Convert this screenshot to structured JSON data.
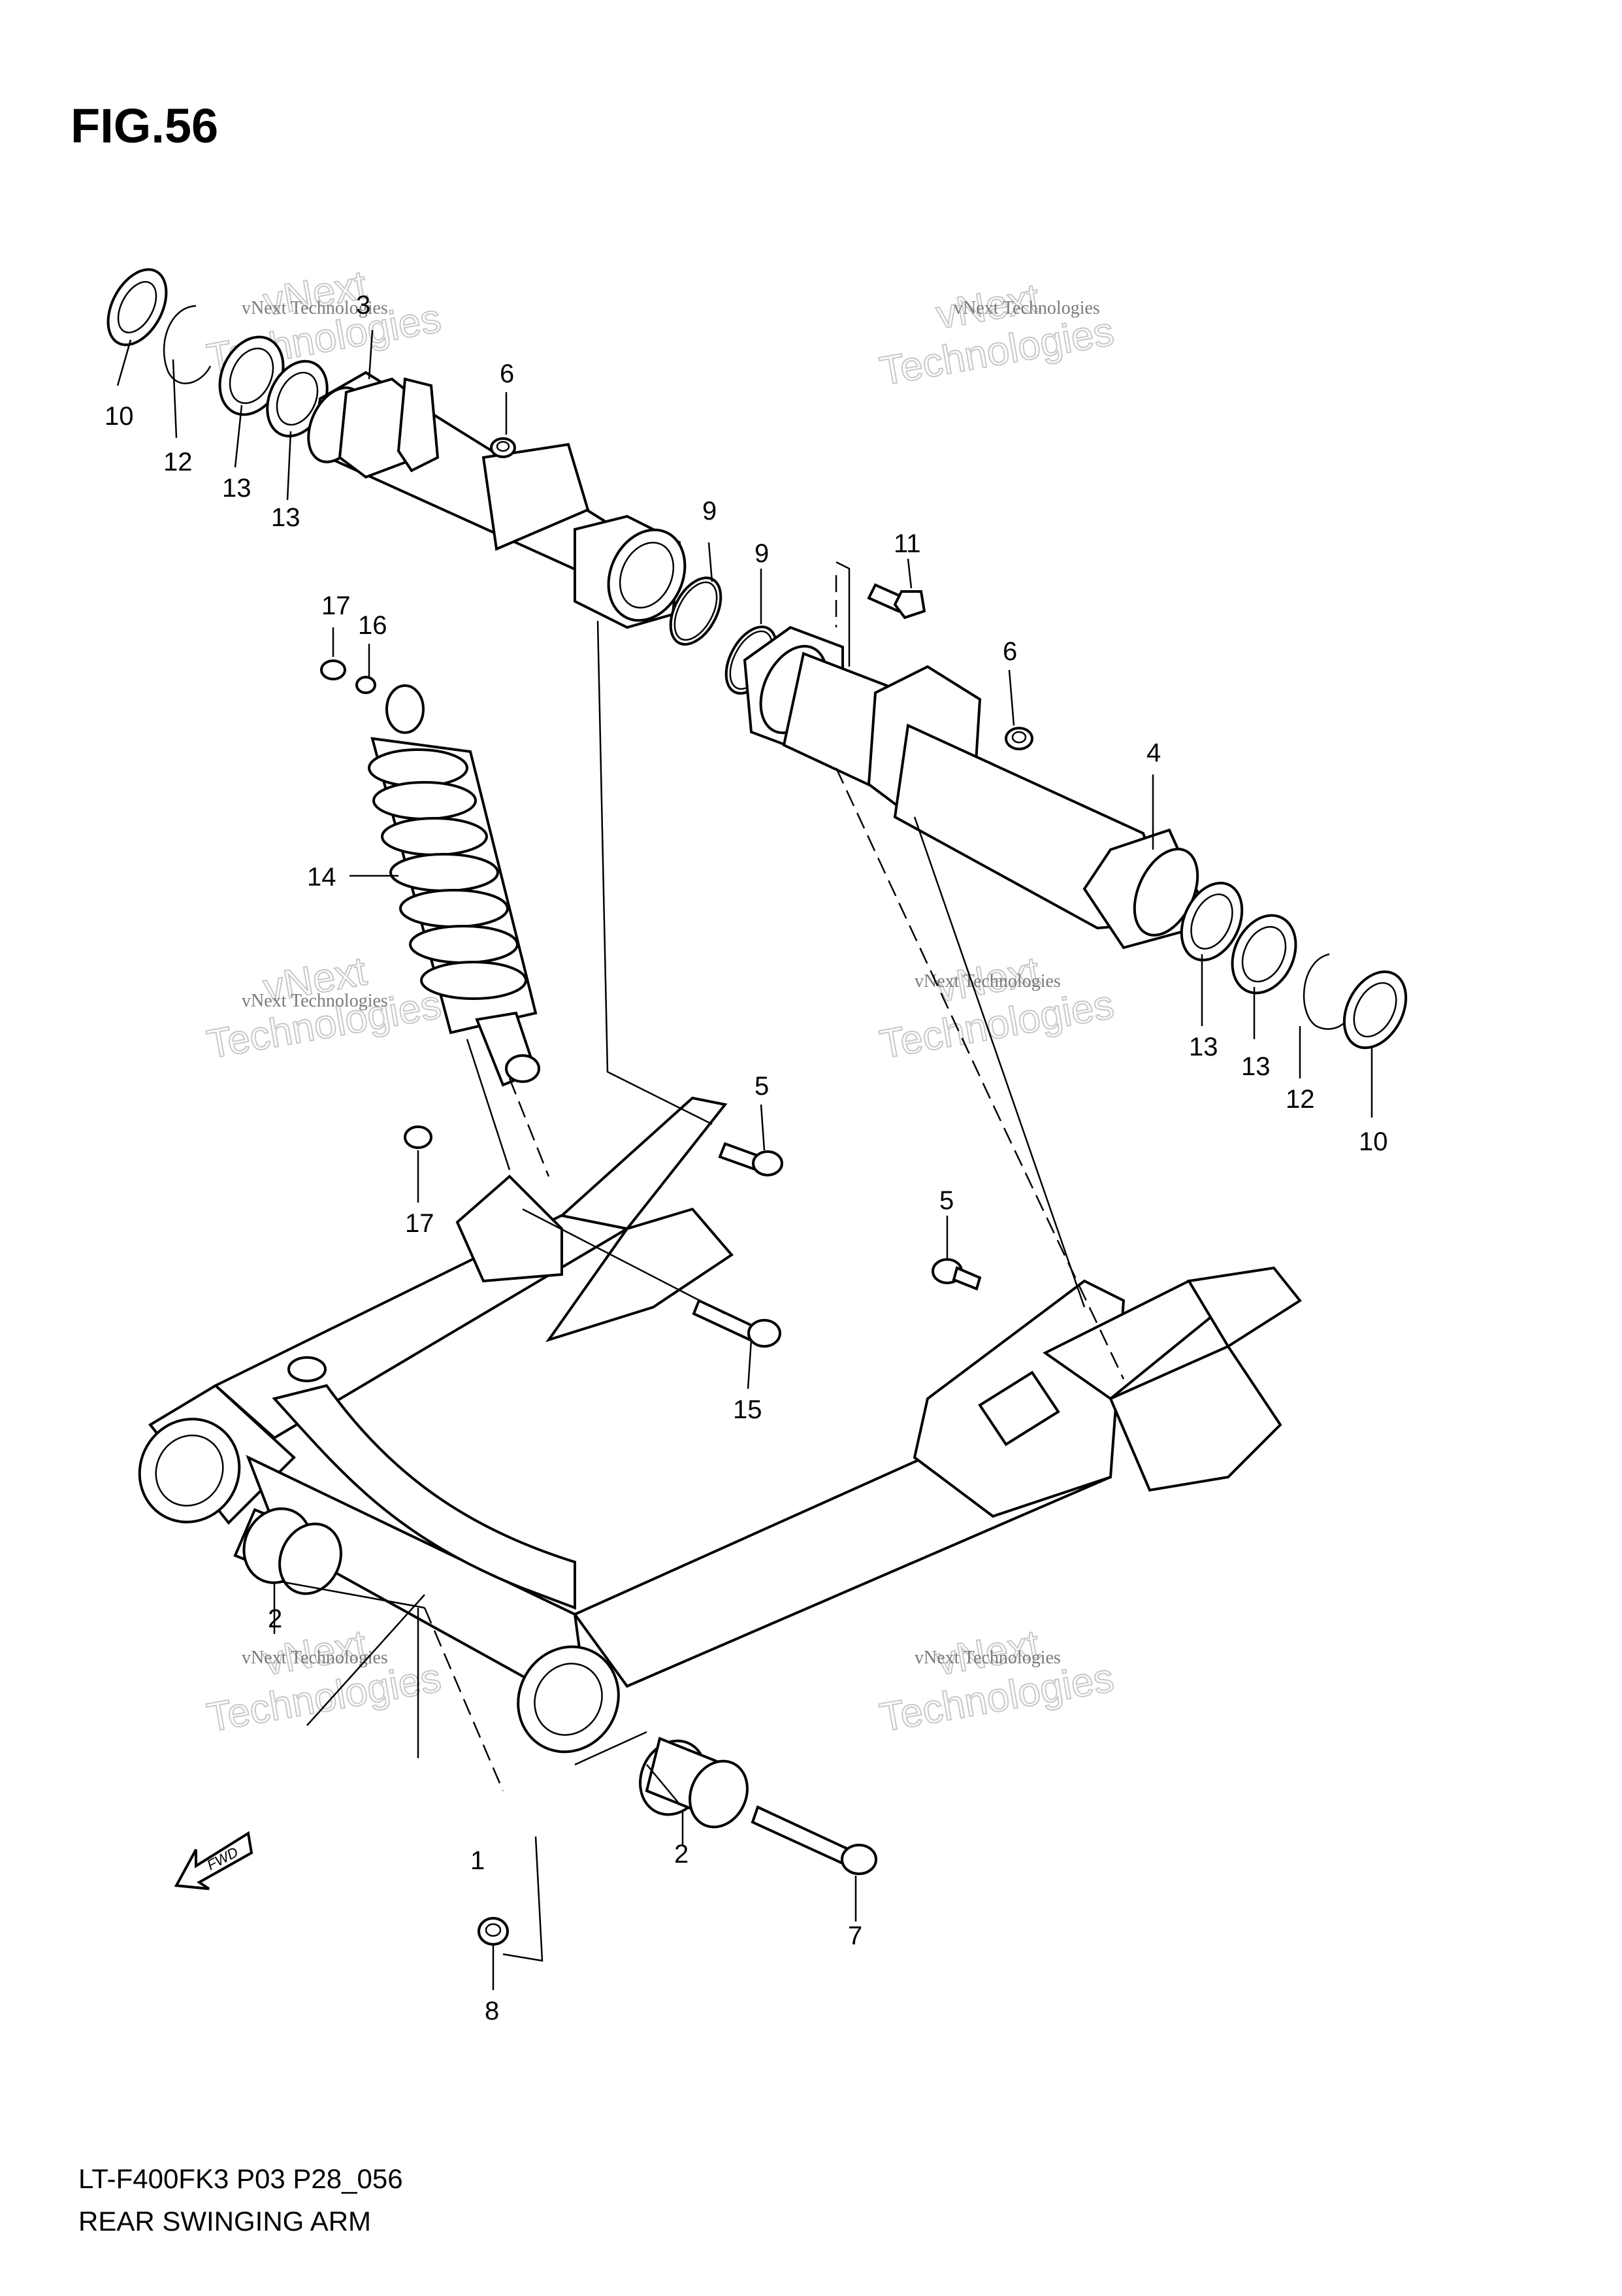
{
  "figure": {
    "title": "FIG.56",
    "model_code": "LT-F400FK3 P03 P28_056",
    "caption": "REAR SWINGING ARM"
  },
  "watermark": {
    "line1": "vNext Technologies",
    "line2": "vNext",
    "line3": "Technologies"
  },
  "callouts": [
    {
      "id": "c3",
      "label": "3"
    },
    {
      "id": "c6a",
      "label": "6"
    },
    {
      "id": "c10a",
      "label": "10"
    },
    {
      "id": "c12a",
      "label": "12"
    },
    {
      "id": "c13a",
      "label": "13"
    },
    {
      "id": "c13b",
      "label": "13"
    },
    {
      "id": "c9a",
      "label": "9"
    },
    {
      "id": "c9b",
      "label": "9"
    },
    {
      "id": "c11",
      "label": "11"
    },
    {
      "id": "c17a",
      "label": "17"
    },
    {
      "id": "c16",
      "label": "16"
    },
    {
      "id": "c6b",
      "label": "6"
    },
    {
      "id": "c4",
      "label": "4"
    },
    {
      "id": "c14",
      "label": "14"
    },
    {
      "id": "c13c",
      "label": "13"
    },
    {
      "id": "c13d",
      "label": "13"
    },
    {
      "id": "c12b",
      "label": "12"
    },
    {
      "id": "c10b",
      "label": "10"
    },
    {
      "id": "c5a",
      "label": "5"
    },
    {
      "id": "c17b",
      "label": "17"
    },
    {
      "id": "c5b",
      "label": "5"
    },
    {
      "id": "c15",
      "label": "15"
    },
    {
      "id": "c2a",
      "label": "2"
    },
    {
      "id": "c1",
      "label": "1"
    },
    {
      "id": "c2b",
      "label": "2"
    },
    {
      "id": "c7",
      "label": "7"
    },
    {
      "id": "c8",
      "label": "8"
    }
  ],
  "fwd_label": "FWD"
}
